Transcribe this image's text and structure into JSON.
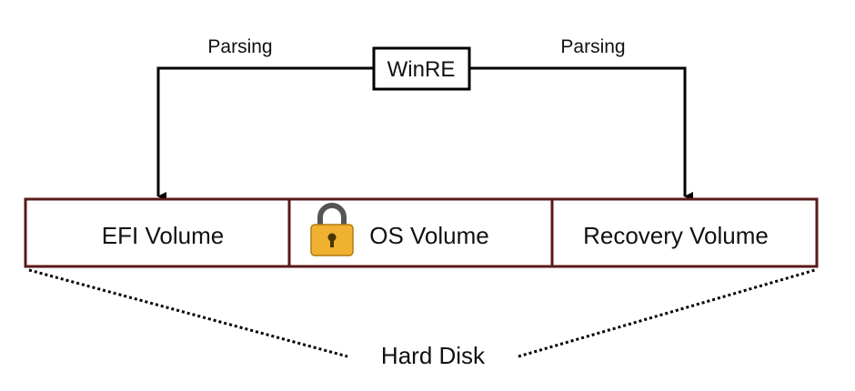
{
  "diagram": {
    "winre": {
      "label": "WinRE"
    },
    "edges": {
      "left_label": "Parsing",
      "right_label": "Parsing"
    },
    "volumes": [
      {
        "label": "EFI Volume",
        "locked": false
      },
      {
        "label": "OS Volume",
        "locked": true
      },
      {
        "label": "Recovery Volume",
        "locked": false
      }
    ],
    "disk": {
      "label": "Hard Disk"
    },
    "colors": {
      "disk_border": "#5a1a1a",
      "line": "#000000",
      "lock_body": "#f0b030",
      "lock_shackle": "#555555"
    },
    "icons": {
      "lock": "padlock-icon"
    }
  }
}
